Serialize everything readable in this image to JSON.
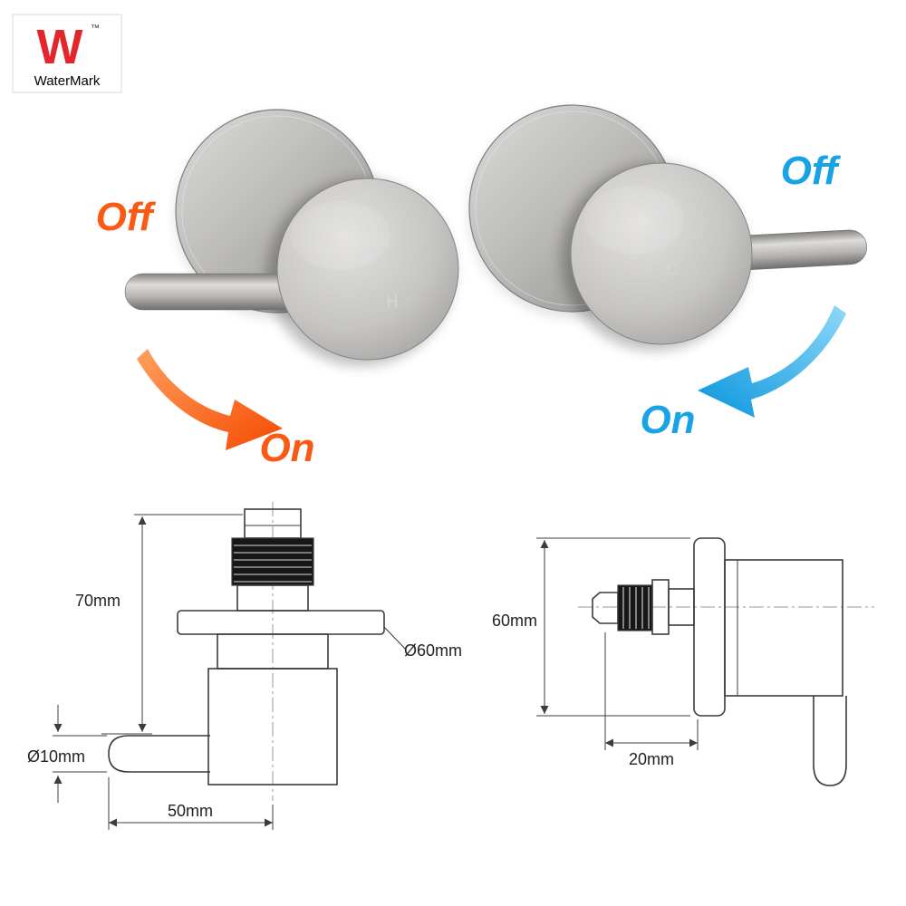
{
  "certification": {
    "letter": "W",
    "tm": "™",
    "label": "WaterMark"
  },
  "hot_tap": {
    "off_label": "Off",
    "on_label": "On",
    "knob_letter": "H"
  },
  "cold_tap": {
    "off_label": "Off",
    "on_label": "On",
    "knob_letter": "C"
  },
  "front_drawing": {
    "height": "70mm",
    "flange_diameter": "Ø60mm",
    "handle_diameter": "Ø10mm",
    "width": "50mm"
  },
  "side_drawing": {
    "height": "60mm",
    "depth": "20mm"
  },
  "colors": {
    "hot": "#fa5a14",
    "cold": "#17a3e6",
    "line": "#3c3c3c"
  }
}
